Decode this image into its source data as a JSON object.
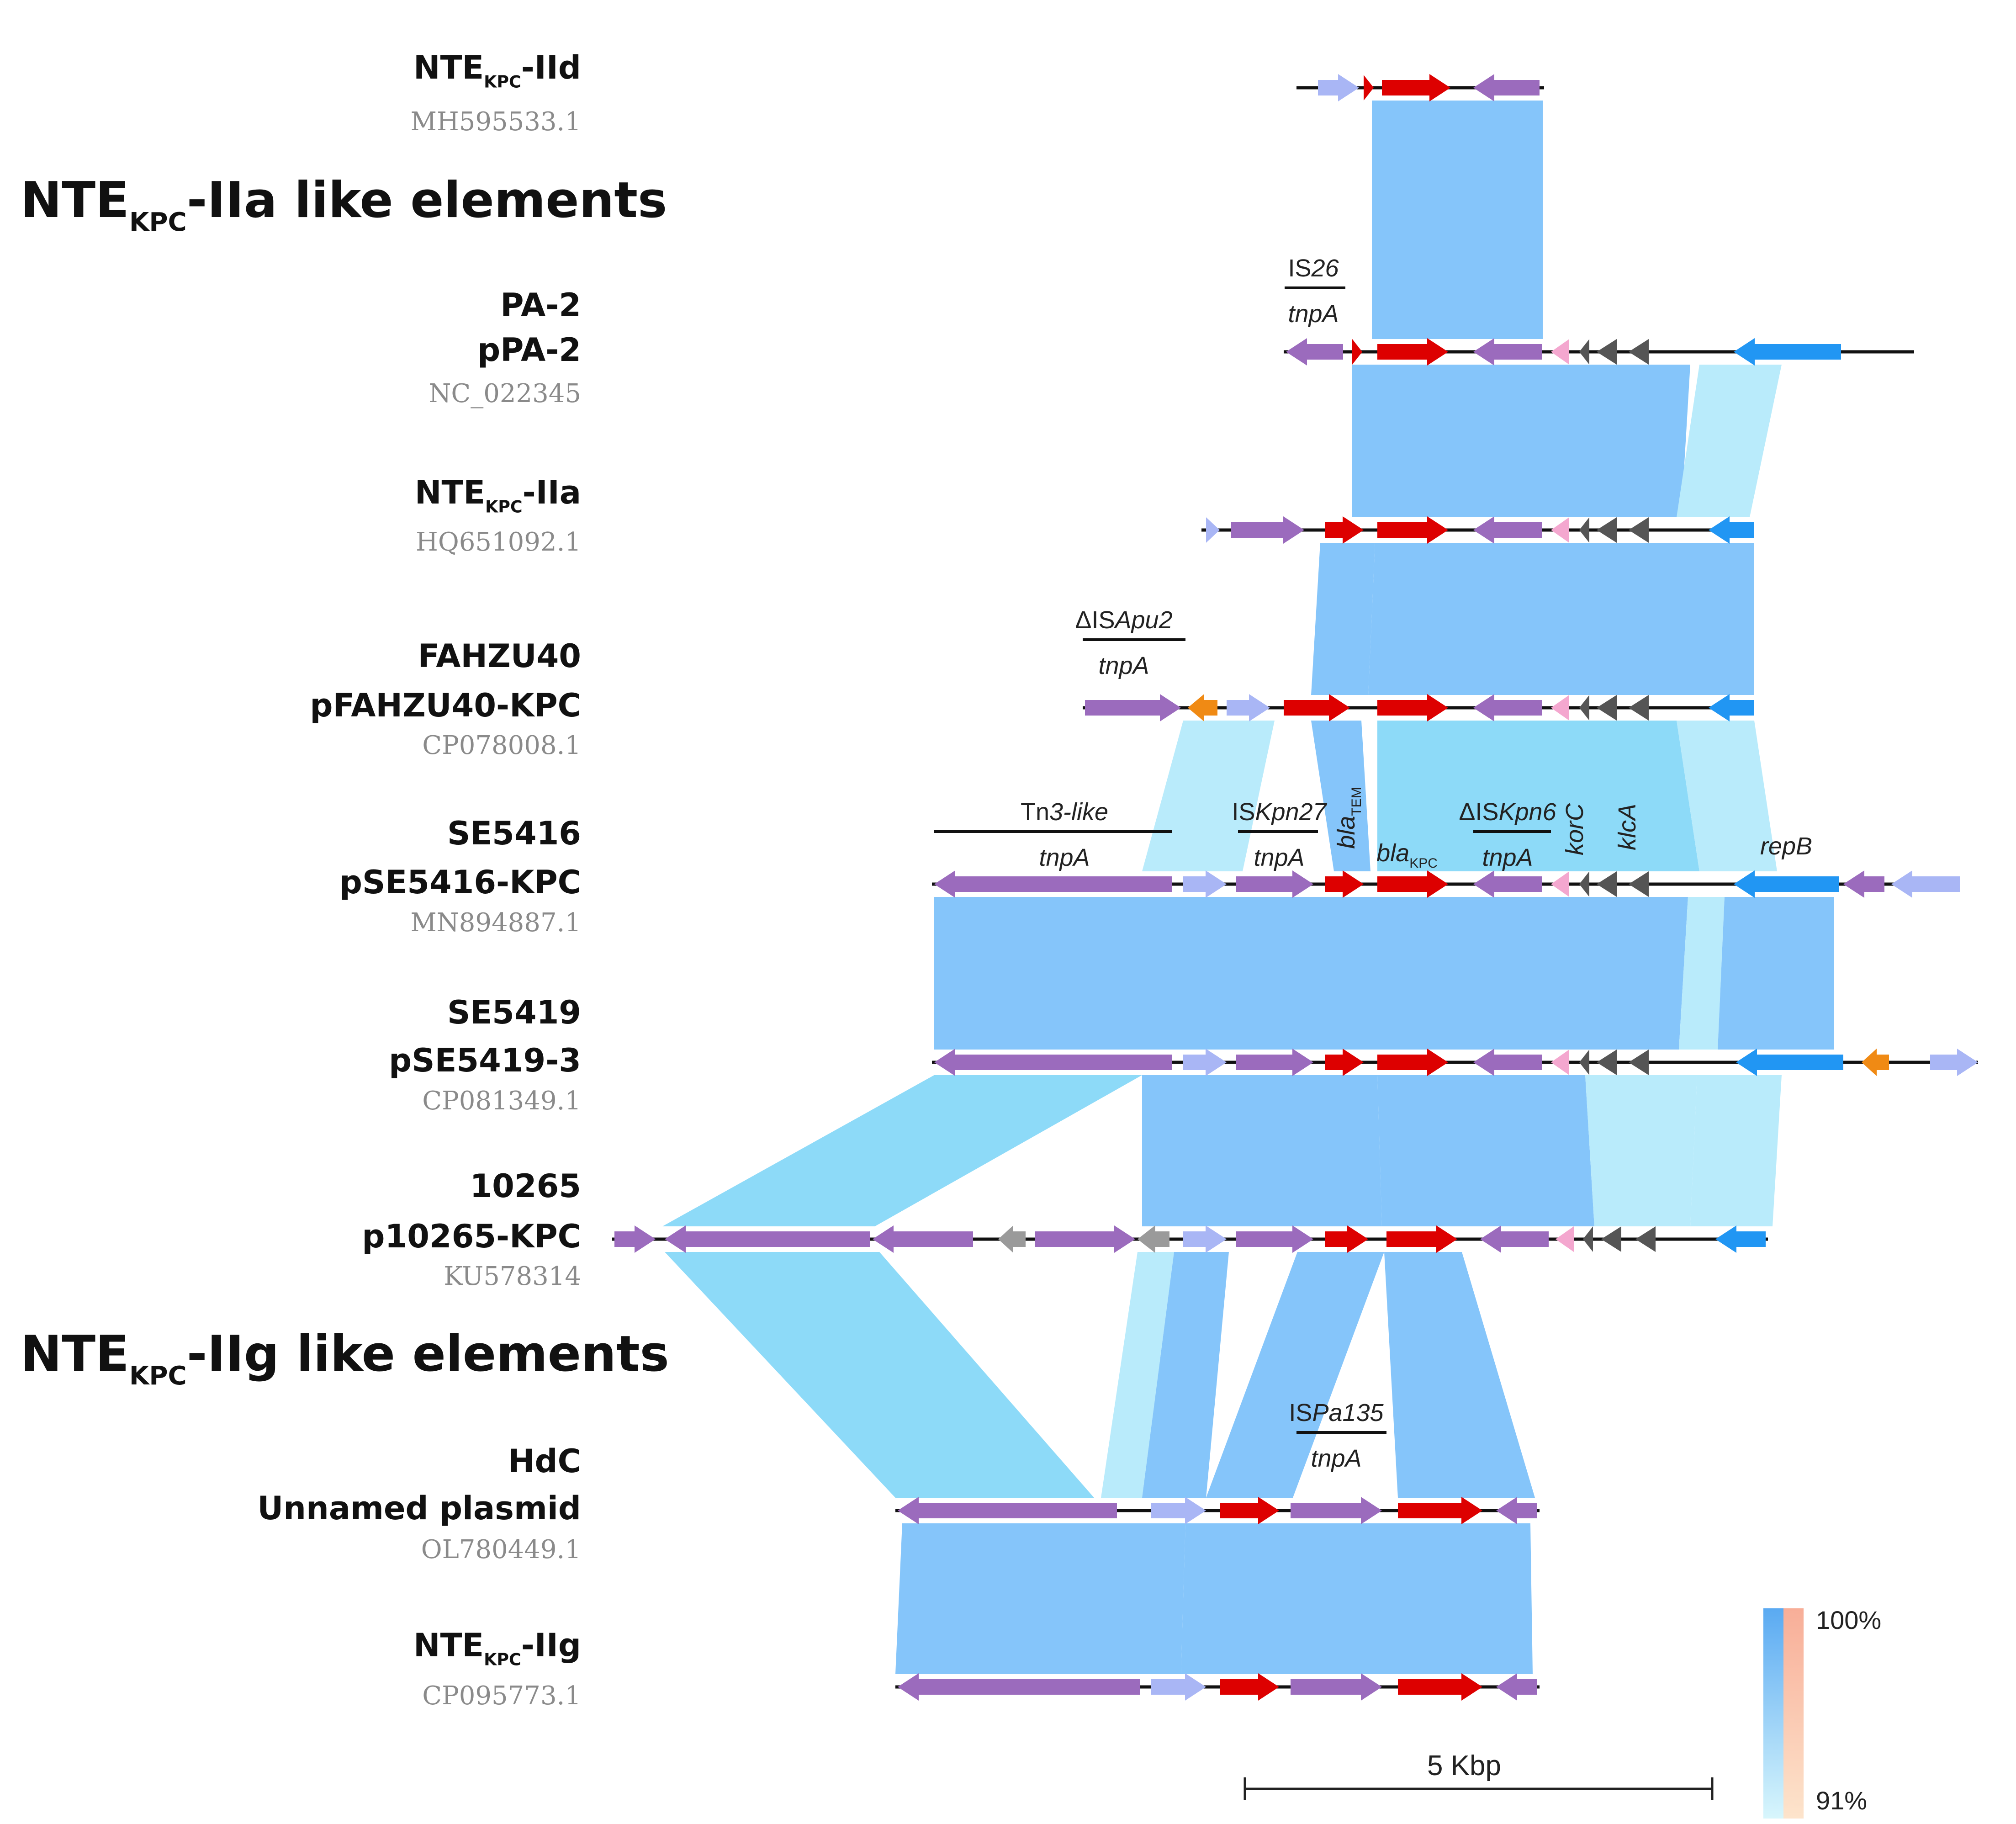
{
  "sections": [
    {
      "main": "NTE",
      "sub": "KPC",
      "suffix": "-IIa like elements"
    },
    {
      "main": "NTE",
      "sub": "KPC",
      "suffix": "-IIg like elements"
    }
  ],
  "rows": [
    {
      "id": "r0",
      "name": {
        "main": "NTE",
        "sub": "KPC",
        "suffix": "-IId"
      },
      "accession": "MH595533.1"
    },
    {
      "id": "r1",
      "strain": "PA-2",
      "plasmid": "pPA-2",
      "accession": "NC_022345"
    },
    {
      "id": "r2",
      "name": {
        "main": "NTE",
        "sub": "KPC",
        "suffix": "-IIa"
      },
      "accession": "HQ651092.1"
    },
    {
      "id": "r3",
      "strain": "FAHZU40",
      "plasmid": "pFAHZU40-KPC",
      "accession": "CP078008.1"
    },
    {
      "id": "r4",
      "strain": "SE5416",
      "plasmid": "pSE5416-KPC",
      "accession": "MN894887.1"
    },
    {
      "id": "r5",
      "strain": "SE5419",
      "plasmid": "pSE5419-3",
      "accession": "CP081349.1"
    },
    {
      "id": "r6",
      "strain": "10265",
      "plasmid": "p10265-KPC",
      "accession": "KU578314"
    },
    {
      "id": "r7",
      "strain": "HdC",
      "plasmid": "Unnamed plasmid",
      "accession": "OL780449.1"
    },
    {
      "id": "r8",
      "name": {
        "main": "NTE",
        "sub": "KPC",
        "suffix": "-IIg"
      },
      "accession": "CP095773.1"
    }
  ],
  "annotations": {
    "is26": {
      "top": "IS",
      "top_italic": "26",
      "bottom": "tnpA"
    },
    "isapu2": {
      "top": "ΔIS",
      "top_italic": "Apu2",
      "bottom": "tnpA"
    },
    "tn3": {
      "top": "Tn",
      "top_italic": "3-like",
      "bottom": "tnpA"
    },
    "iskpn27": {
      "top": "IS",
      "top_italic": "Kpn27",
      "bottom": "tnpA"
    },
    "bla_tem": {
      "main": "bla",
      "sub": "TEM"
    },
    "bla_kpc": {
      "main": "bla",
      "sub": "KPC"
    },
    "iskpn6": {
      "top": "ΔIS",
      "top_italic": "Kpn6",
      "bottom": "tnpA"
    },
    "korc": "korC",
    "klca": "klcA",
    "repb": "repB",
    "ispa135": {
      "top": "IS",
      "top_italic": "Pa135",
      "bottom": "tnpA"
    }
  },
  "scale_bar": {
    "label": "5 Kbp"
  },
  "identity_legend": {
    "max": "100%",
    "min": "91%"
  },
  "colors": {
    "transposase": "#9b6bbd",
    "is_light": "#a9b6f5",
    "resistance": "#dd0000",
    "regulator": "#f4a7cf",
    "hypothetical": "#555555",
    "replication": "#2196f3",
    "orange": "#f08a14",
    "grey": "#9a9a9a",
    "band_high": "#85c5fa",
    "band_mid": "#8ddaf8",
    "band_low": "#b9ebfb"
  }
}
